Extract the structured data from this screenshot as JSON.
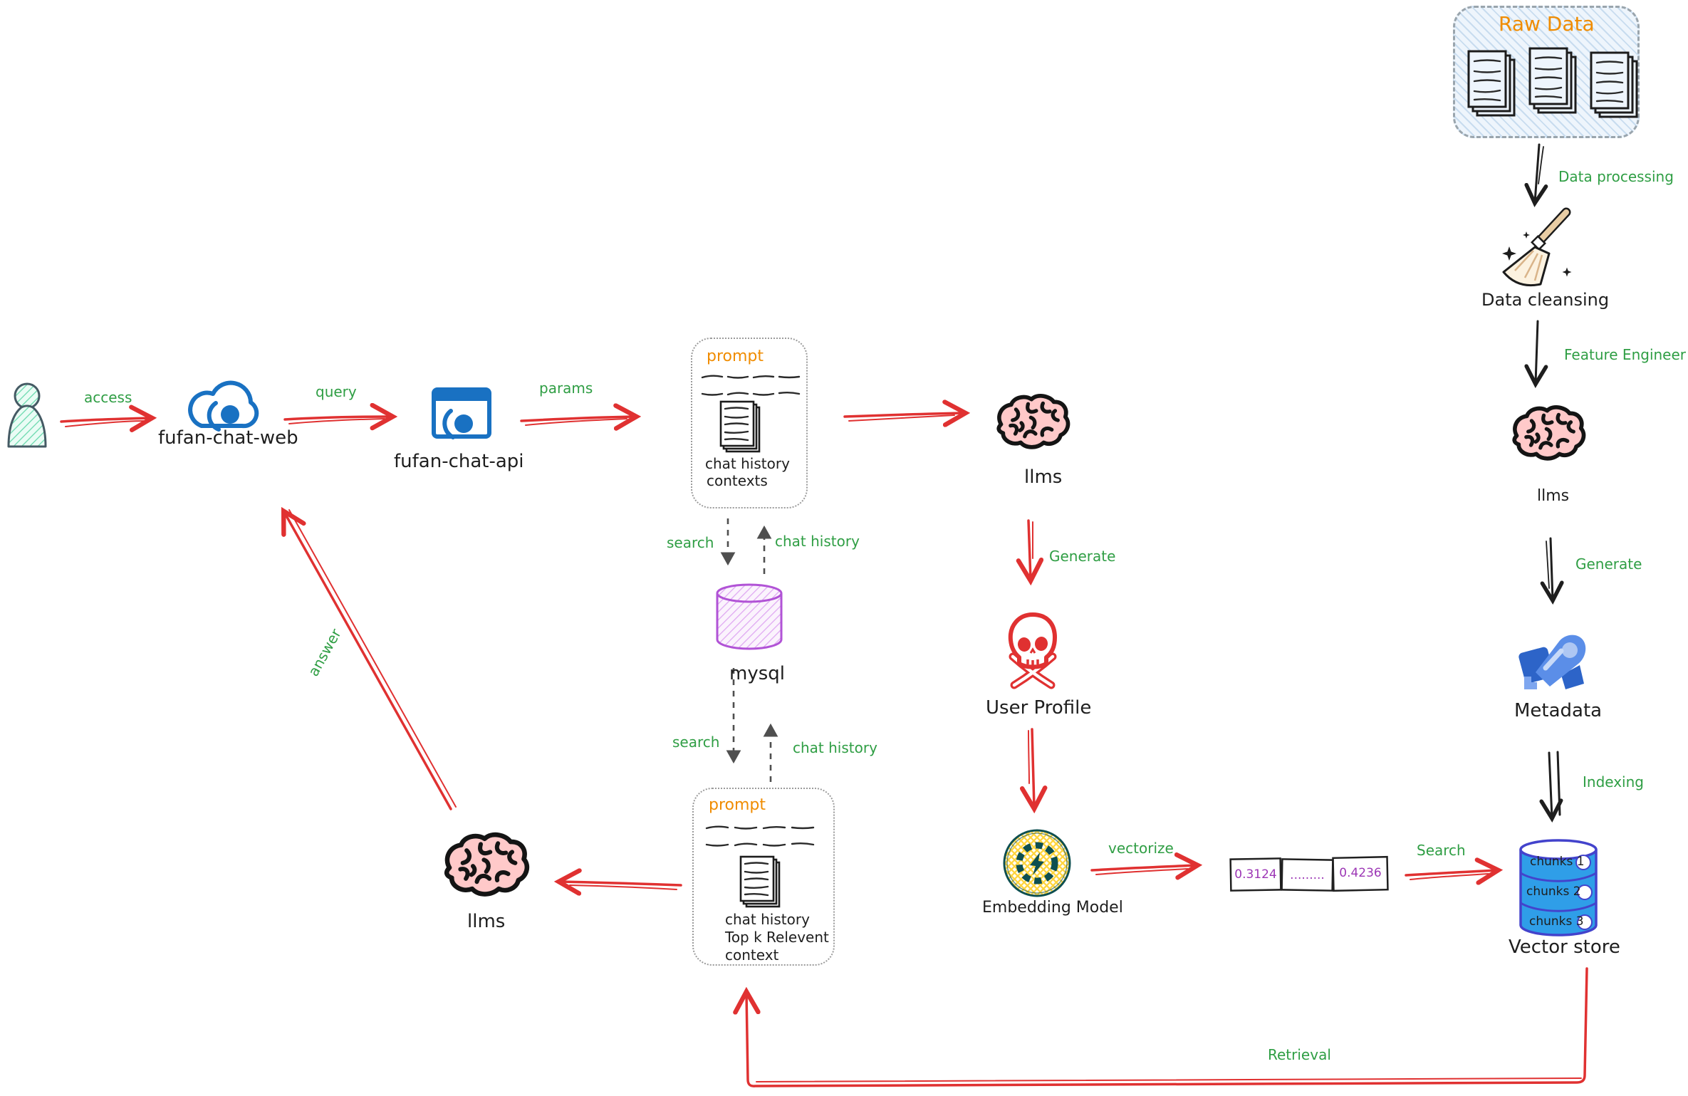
{
  "diagram": {
    "nodes": {
      "web": "fufan-chat-web",
      "api": "fufan-chat-api",
      "llms_top": "llms",
      "llms_bottom": "llms",
      "llms_right": "llms",
      "user_profile": "User Profile",
      "embedding_model": "Embedding Model",
      "mysql": "mysql",
      "metadata": "Metadata",
      "data_cleansing": "Data cleansing",
      "raw_data": "Raw Data",
      "vector_store": "Vector store"
    },
    "prompt_top": {
      "tag": "prompt",
      "lines": [
        "chat history",
        "contexts"
      ]
    },
    "prompt_bottom": {
      "tag": "prompt",
      "lines": [
        "chat history",
        "Top k Relevent",
        "context"
      ]
    },
    "vector_cells": [
      "0.3124",
      ".........",
      "0.4236"
    ],
    "chunks": [
      "chunks 1",
      "chunks 2",
      "chunks 3"
    ],
    "edges": {
      "access": "access",
      "query": "query",
      "params": "params",
      "generate_left": "Generate",
      "vectorize": "vectorize",
      "search_to_store": "Search",
      "search_top": "search",
      "chat_history_top": "chat history",
      "search_bottom": "search",
      "chat_history_bottom": "chat history",
      "answer": "answer",
      "retrieval": "Retrieval",
      "data_processing": "Data processing",
      "feature_engineer": "Feature Engineer",
      "generate_right": "Generate",
      "indexing": "Indexing"
    },
    "colors": {
      "green": "#2f9e44",
      "red": "#e03131",
      "orange": "#f08c00",
      "blue": "#1971c2",
      "purple": "#9c36b5",
      "ink": "#1e1e1e"
    }
  }
}
